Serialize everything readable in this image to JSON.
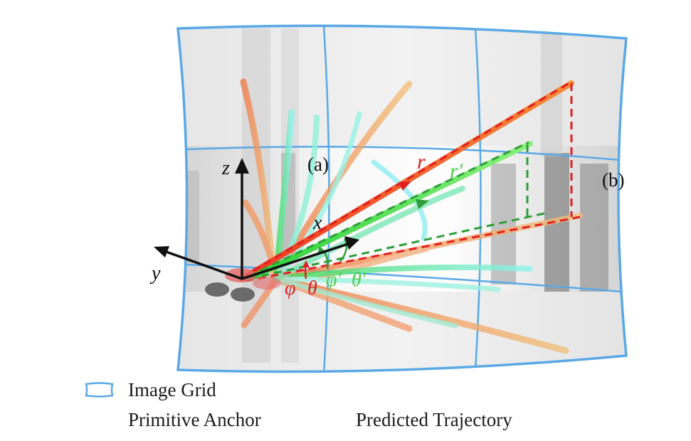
{
  "labels": {
    "region_a": "(a)",
    "region_b": "(b)",
    "axis_x": "x",
    "axis_y": "y",
    "axis_z": "z",
    "r": "r",
    "r_prime": "r'",
    "phi": "φ",
    "theta": "θ",
    "phi_prime": "φ'",
    "theta_prime": "θ'"
  },
  "legend": {
    "image_grid": "Image Grid",
    "primitive_anchor": "Primitive Anchor",
    "predicted_trajectory": "Predicted Trajectory"
  },
  "colors": {
    "grid_border": "#5aa9e6",
    "anchor_red": "#e8452a",
    "anchor_orange": "#f0a060",
    "trajectory_green": "#38d84a",
    "trajectory_cyan": "#7ff0f0",
    "dashed_red": "#e02020",
    "dashed_green": "#2f9e3a",
    "axis": "#111111"
  }
}
